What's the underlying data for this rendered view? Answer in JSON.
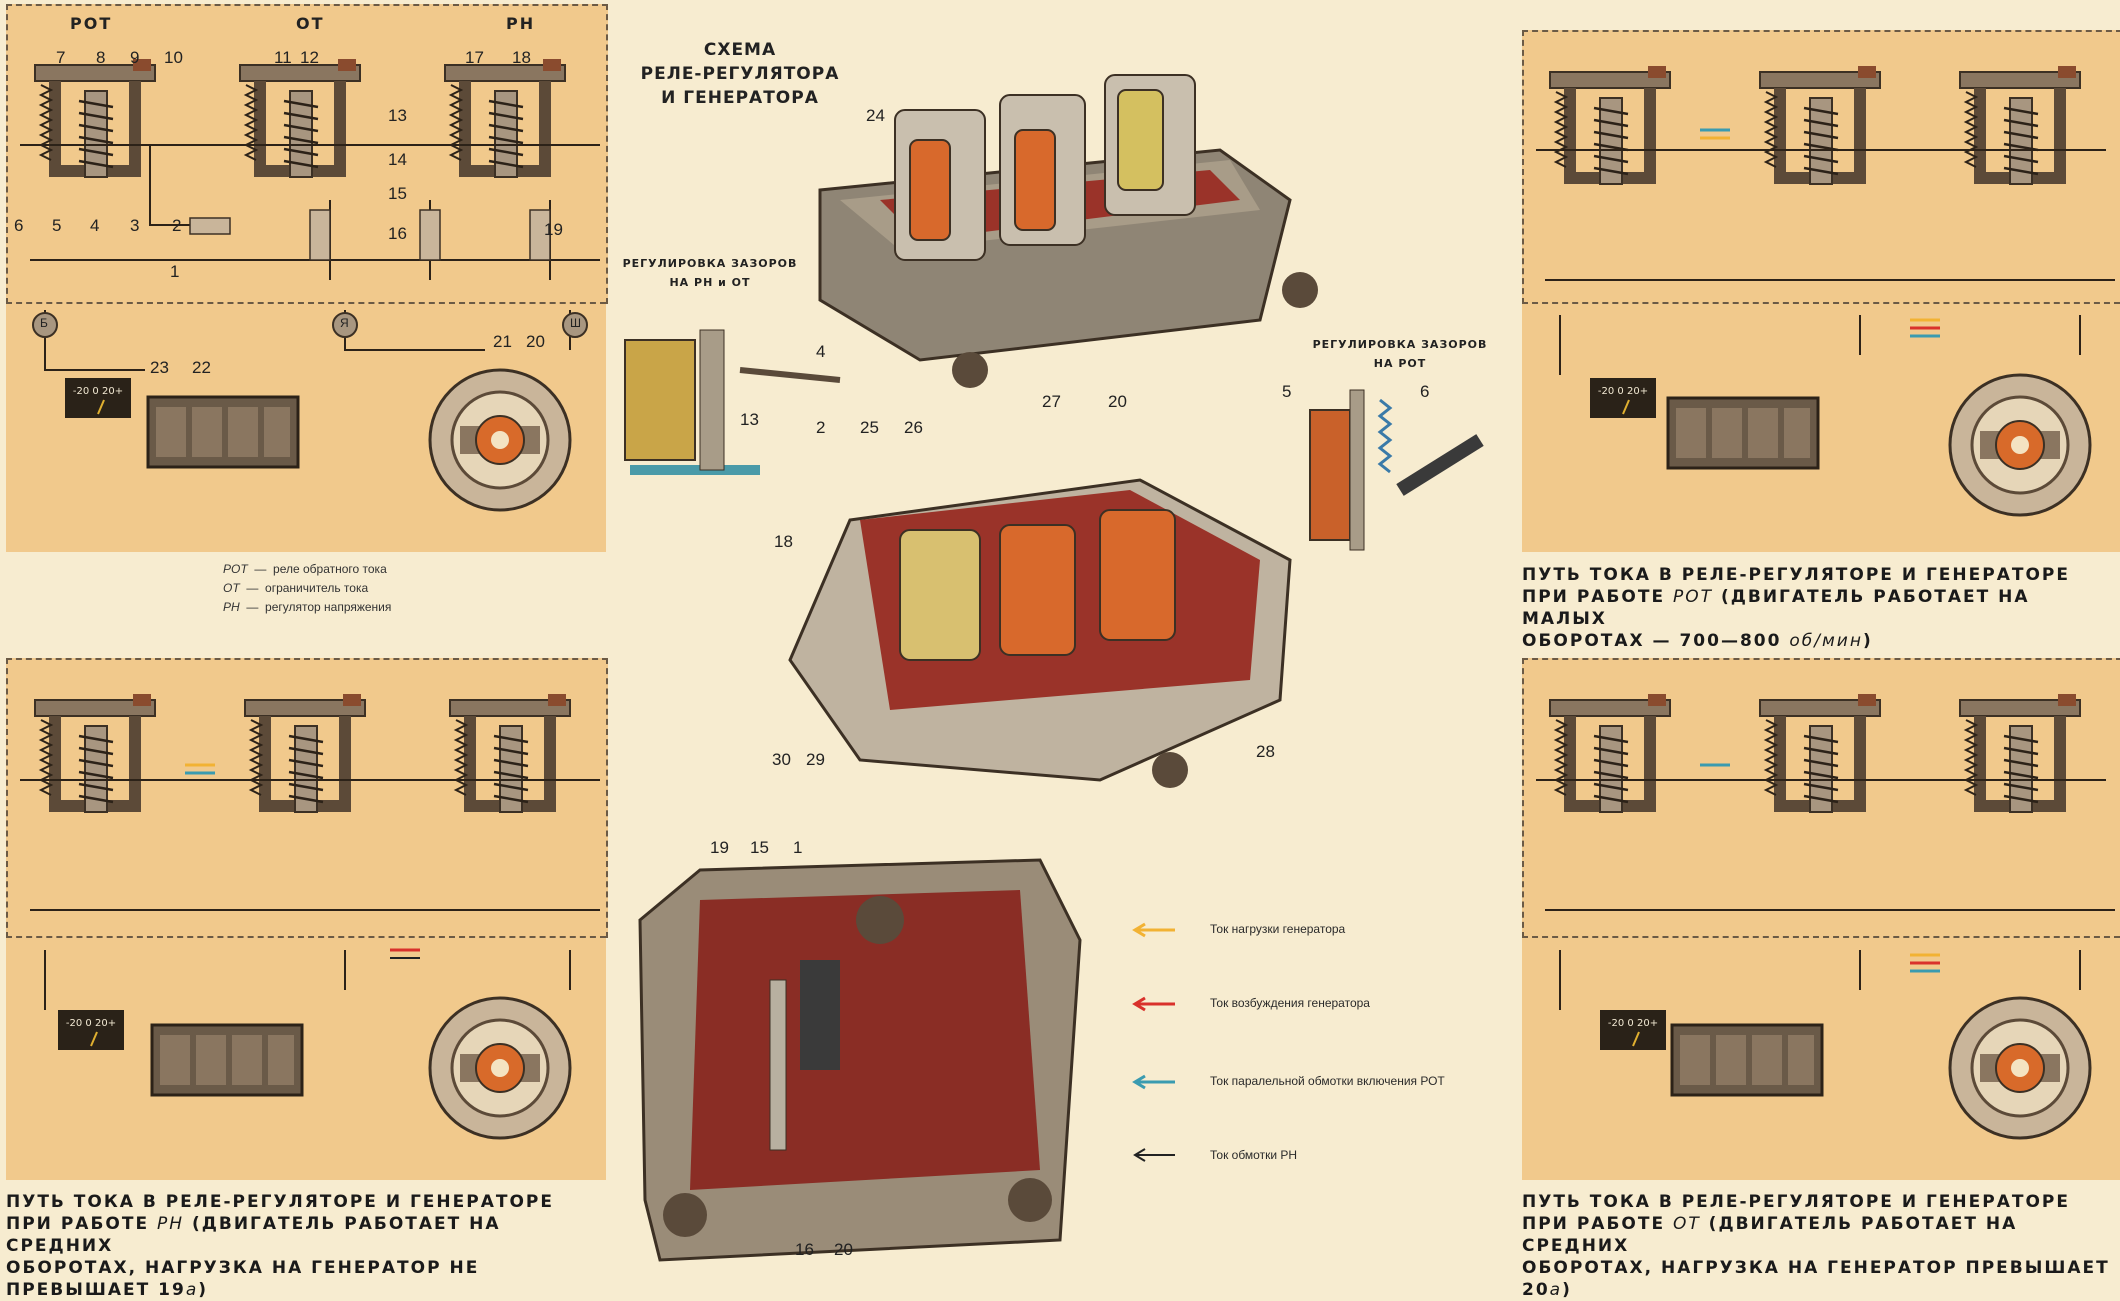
{
  "schema_title": [
    "СХЕМА",
    "РЕЛЕ-РЕГУЛЯТОРА",
    "И ГЕНЕРАТОРА"
  ],
  "relay_names": {
    "rot": "РОТ",
    "ot": "ОТ",
    "rn": "РН"
  },
  "terminals": {
    "b": "Б",
    "ya": "Я",
    "sh": "Ш"
  },
  "ammeter": "-20 0 20+",
  "top_left_numbers": [
    "7",
    "8",
    "9",
    "10",
    "11",
    "12",
    "13",
    "14",
    "15",
    "16",
    "17",
    "18",
    "19",
    "1",
    "2",
    "3",
    "4",
    "5",
    "6",
    "20",
    "21",
    "22",
    "23"
  ],
  "abbrev": [
    {
      "abbr": "РОТ",
      "text": "реле обратного тока"
    },
    {
      "abbr": "ОТ",
      "text": "ограничитель тока"
    },
    {
      "abbr": "РН",
      "text": "регулятор напряжения"
    }
  ],
  "gap_rn_ot": [
    "РЕГУЛИРОВКА ЗАЗОРОВ",
    "НА РН и ОТ"
  ],
  "gap_rot": [
    "РЕГУЛИРОВКА ЗАЗОРОВ",
    "НА РОТ"
  ],
  "center_numbers": [
    "24",
    "4",
    "2",
    "25",
    "26",
    "27",
    "20",
    "13",
    "5",
    "6",
    "18",
    "30",
    "29",
    "28",
    "19",
    "15",
    "1",
    "16",
    "20"
  ],
  "legend": [
    {
      "color": "#f2b233",
      "label": "Ток нагрузки генератора"
    },
    {
      "color": "#d9312b",
      "label": "Ток возбуждения генератора"
    },
    {
      "color": "#3a9bb0",
      "label": "Ток паралельной обмотки включения РОТ"
    },
    {
      "color": "#222222",
      "label": "Ток обмотки РН"
    }
  ],
  "captions": {
    "rot": {
      "l1": "ПУТЬ ТОКА В РЕЛЕ-РЕГУЛЯТОРЕ И ГЕНЕРАТОРЕ",
      "l2a": "ПРИ РАБОТЕ ",
      "l2b": "РОТ",
      "l2c": " (ДВИГАТЕЛЬ РАБОТАЕТ НА МАЛЫХ",
      "l3a": "ОБОРОТАХ — 700—800 ",
      "l3b": "об/мин",
      "l3c": ")"
    },
    "rn": {
      "l1": "ПУТЬ ТОКА В РЕЛЕ-РЕГУЛЯТОРЕ И ГЕНЕРАТОРЕ",
      "l2a": "ПРИ РАБОТЕ ",
      "l2b": "РН",
      "l2c": " (ДВИГАТЕЛЬ РАБОТАЕТ НА СРЕДНИХ",
      "l3a": "ОБОРОТАХ, НАГРУЗКА НА ГЕНЕРАТОР НЕ ПРЕВЫШАЕТ 19",
      "l3b": "а",
      "l3c": ")"
    },
    "ot": {
      "l1": "ПУТЬ ТОКА В РЕЛЕ-РЕГУЛЯТОРЕ И ГЕНЕРАТОРЕ",
      "l2a": "ПРИ РАБОТЕ ",
      "l2b": "ОТ",
      "l2c": " (ДВИГАТЕЛЬ РАБОТАЕТ НА СРЕДНИХ",
      "l3a": "ОБОРОТАХ, НАГРУЗКА НА ГЕНЕРАТОР ПРЕВЫШАЕТ 20",
      "l3b": "а",
      "l3c": ")"
    }
  }
}
